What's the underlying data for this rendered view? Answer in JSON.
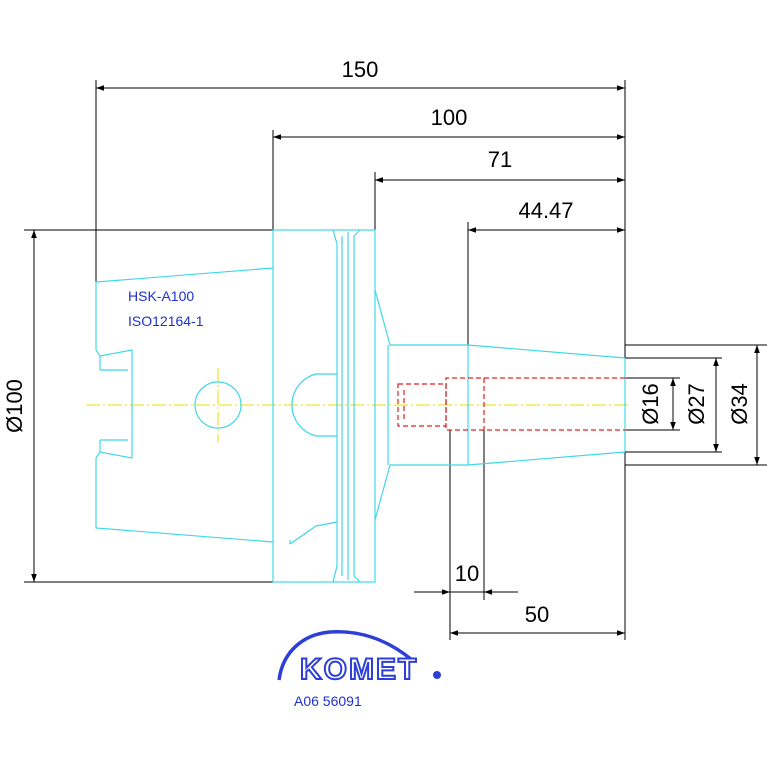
{
  "dimensions": {
    "total_length": "150",
    "flange_to_end": "100",
    "collar_to_end": "71",
    "taper_to_end": "44.47",
    "thread_depth": "10",
    "bore_depth": "50",
    "flange_dia": "Ø100",
    "bore_dia": "Ø16",
    "taper_small_dia": "Ø27",
    "taper_large_dia": "Ø34"
  },
  "labels": {
    "interface": "HSK-A100",
    "standard": "ISO12164-1",
    "part_number": "A06 56091"
  },
  "logo": {
    "brand": "KOMET"
  },
  "colors": {
    "outline": "#3fd8e8",
    "hidden_lines": "#e02020",
    "centerline": "#e8e000",
    "text_blue": "#1f2fd0",
    "logo_blue": "#2d3fd6"
  }
}
